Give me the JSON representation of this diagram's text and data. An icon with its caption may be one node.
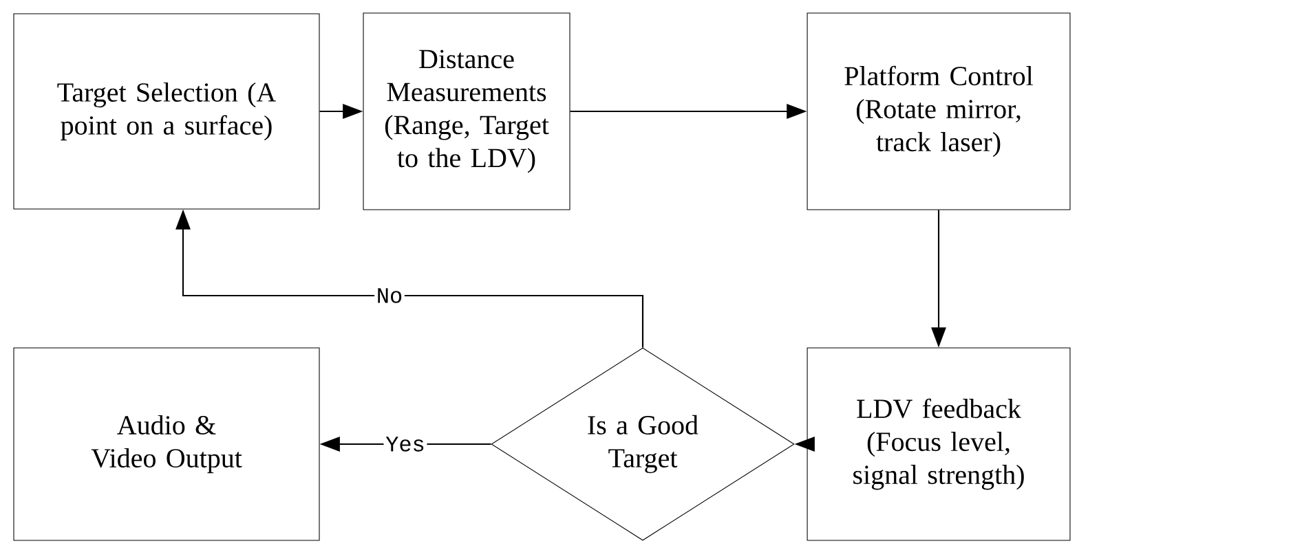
{
  "diagram": {
    "nodes": [
      {
        "text": [
          "Target Selection (A point on a surface)"
        ]
      },
      {
        "text": [
          "Distance Measurements (Range, Target to the LDV)"
        ]
      },
      {
        "text": [
          "Platform Control (Rotate mirror, track laser)"
        ]
      },
      {
        "text": [
          "LDV feedback (Focus level, signal strength)"
        ]
      },
      {
        "text": [
          "Is a Good Target"
        ]
      },
      {
        "text": [
          "Audio & Video Output"
        ]
      }
    ],
    "edges": [
      {
        "from": 0,
        "to": 1,
        "arrow": "to"
      },
      {
        "from": 1,
        "to": 2,
        "arrow": "to"
      },
      {
        "from": 2,
        "to": 3,
        "arrow": "to"
      },
      {
        "from": 3,
        "to": 4,
        "arrow": "to"
      },
      {
        "from": 4,
        "to": 5,
        "arrow": "to",
        "label": "Yes"
      },
      {
        "from": 4,
        "to": 0,
        "arrow": "to",
        "label": "No"
      }
    ]
  }
}
